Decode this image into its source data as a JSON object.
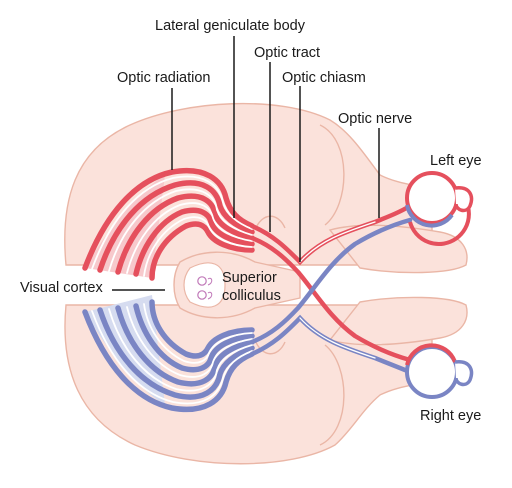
{
  "labels": {
    "lateral_geniculate_body": "Lateral geniculate body",
    "optic_tract": "Optic tract",
    "optic_chiasm": "Optic chiasm",
    "optic_radiation": "Optic radiation",
    "optic_nerve": "Optic nerve",
    "left_eye": "Left eye",
    "right_eye": "Right eye",
    "visual_cortex": "Visual cortex",
    "superior_colliculus_line1": "Superior",
    "superior_colliculus_line2": "colliculus"
  },
  "colors": {
    "brain_fill": "#fbe2db",
    "brain_outline": "#eab6a6",
    "left_pathway": "#e5505d",
    "right_pathway": "#7a85c4",
    "left_cortex_fill": "#f7c9cc",
    "right_cortex_fill": "#d6dcf0",
    "label_text": "#1a1a1a"
  }
}
